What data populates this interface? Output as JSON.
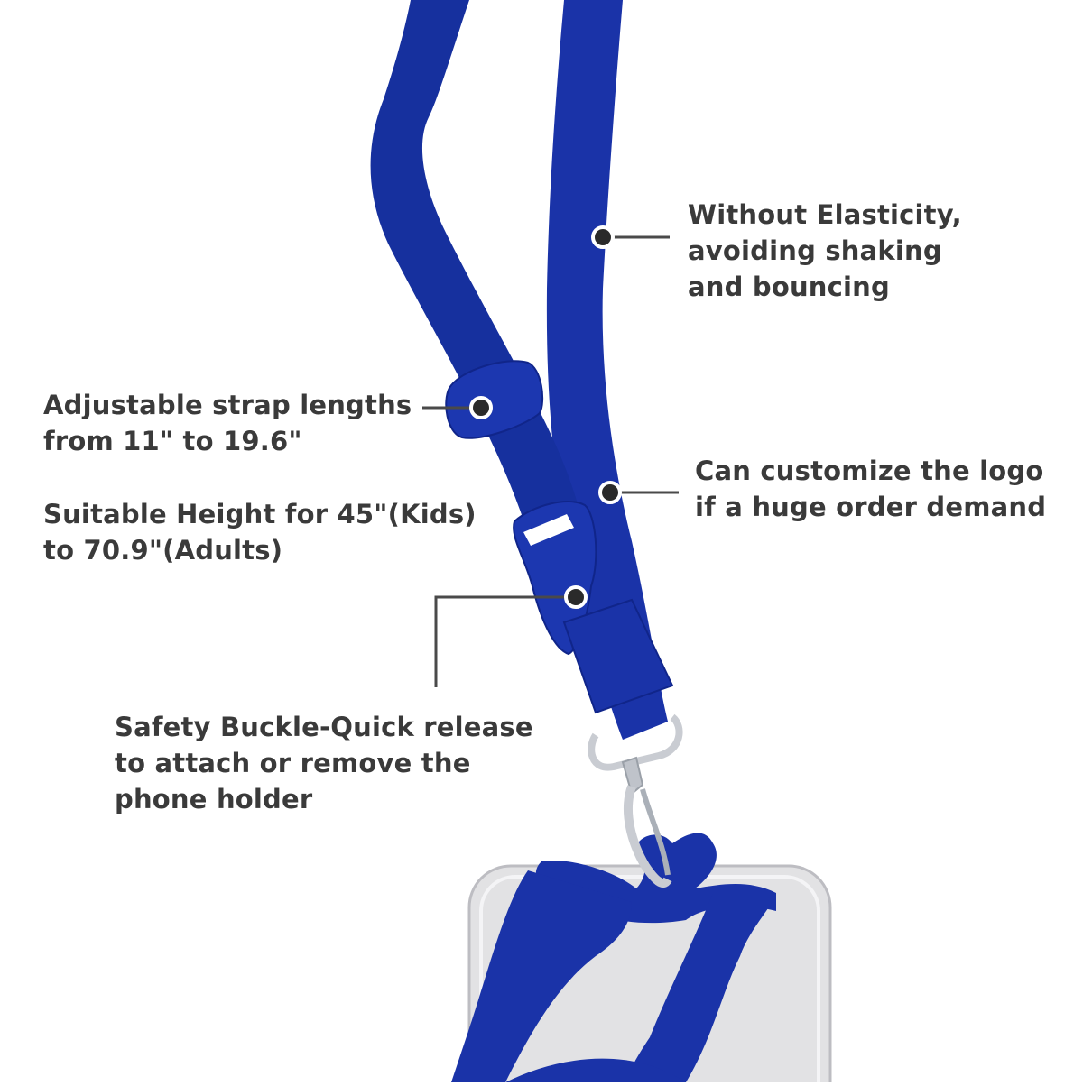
{
  "product": {
    "name": "lanyard-with-phone-holder",
    "strap_color": "#1a33a8",
    "strap_shadow_color": "#10258a",
    "hardware_color": "#c9ccd2",
    "phone_color": "#e2e2e4"
  },
  "callouts": {
    "elasticity": {
      "lines": [
        "Without Elasticity,",
        "avoiding shaking",
        "and bouncing"
      ]
    },
    "adjustable": {
      "lines": [
        "Adjustable strap lengths",
        "from 11\" to 19.6\""
      ]
    },
    "height": {
      "lines": [
        "Suitable Height for 45\"(Kids)",
        "to 70.9\"(Adults)"
      ]
    },
    "logo": {
      "lines": [
        "Can customize the logo",
        "if a huge order demand"
      ]
    },
    "buckle": {
      "lines": [
        "Safety Buckle-Quick release",
        "to attach or remove the",
        "phone holder"
      ]
    }
  },
  "colors": {
    "text": "#3a3a3a",
    "leader": "#4a4a4a",
    "dot_fill": "#2a2a2a",
    "dot_ring": "#ffffff"
  }
}
